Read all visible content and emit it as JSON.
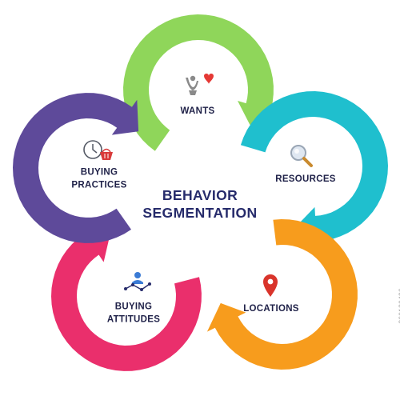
{
  "diagram": {
    "center_title_line1": "BEHAVIOR",
    "center_title_line2": "SEGMENTATION",
    "segments": [
      {
        "label": "WANTS",
        "color": "#8fd65a",
        "icon": "hand-heart-icon"
      },
      {
        "label": "RESOURCES",
        "color": "#1fbfce",
        "icon": "magnifier-icon"
      },
      {
        "label": "LOCATIONS",
        "color": "#f79c1d",
        "icon": "map-pin-icon"
      },
      {
        "label": "BUYING\nATTITUDES",
        "color": "#ea2f6c",
        "icon": "user-chart-icon"
      },
      {
        "label": "BUYING\nPRACTICES",
        "color": "#5e4a9a",
        "icon": "clock-basket-icon"
      }
    ]
  },
  "side_code": "360130426"
}
